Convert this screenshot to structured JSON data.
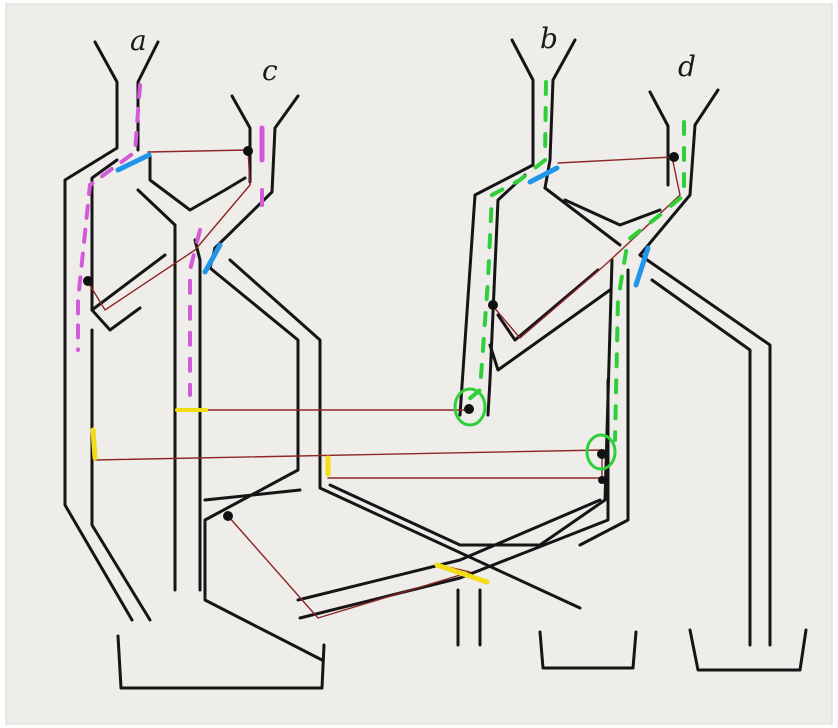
{
  "labels": {
    "a": "a",
    "b": "b",
    "c": "c",
    "d": "d"
  },
  "colors": {
    "paper": "#eeede9",
    "pipe_ink": "#151515",
    "wire": "#8e2626",
    "path_a": "#d25ad8",
    "path_b": "#2fcf3a",
    "marker_blue": "#2196e8",
    "marker_yellow": "#f2dd14",
    "circle_green": "#2fcf3a"
  },
  "icons": {
    "junction": "filled-dot",
    "highlight": "circle-outline"
  }
}
